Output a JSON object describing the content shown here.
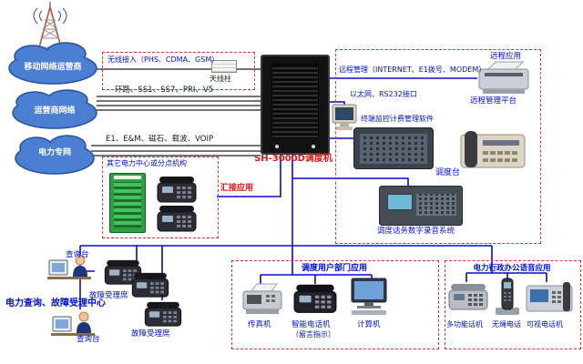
{
  "colors": {
    "line_blue": "#0a0ad0",
    "line_black": "#222222",
    "box_red": "#e03535",
    "label_blue": "#0012cc",
    "rack_label_red": "#e01414",
    "cloud_blue": "#4a7fd4",
    "pbx_green": "#2f9e44"
  },
  "clouds": {
    "mobile": "移动网络运营商",
    "carrier": "运营商网络",
    "power": "电力专网"
  },
  "rack": {
    "label": "SH-3000D调度机"
  },
  "links": {
    "wireless": "无线接入（PHS、CDMA、GSM）",
    "antenna_device": "天线柱",
    "trunk": "环路、SS1、SS7、PRI、V5",
    "e1": "E1、E&M、磁石、载波、VOIP"
  },
  "tandem": {
    "title": "其它电力中心或分点机构",
    "app": "汇接应用"
  },
  "right": {
    "remote_mgmt": "远程管理（INTERNET、E1拨号、MODEM）",
    "remote_app": "远程应用",
    "platform": "远程管理平台",
    "ethernet": "以太网、RS232接口",
    "terminal_sw": "终端监控计费管理软件",
    "console": "调度台",
    "recording": "调度话务数字录音系统"
  },
  "bottom_left": {
    "query1": "查询台",
    "fault1": "故障受理席",
    "center": "电力查询、故障受理中心",
    "query2": "查询台",
    "fault2": "故障受理席"
  },
  "dept": {
    "title": "调度用户部门应用",
    "fax": "传真机",
    "smart": "智能电话机",
    "smart_note": "（留言指示）",
    "computer": "计算机"
  },
  "office": {
    "title": "电力行政办公语音应用",
    "multi": "多功能话机",
    "cordless": "无绳电话",
    "video": "可视电话机"
  }
}
